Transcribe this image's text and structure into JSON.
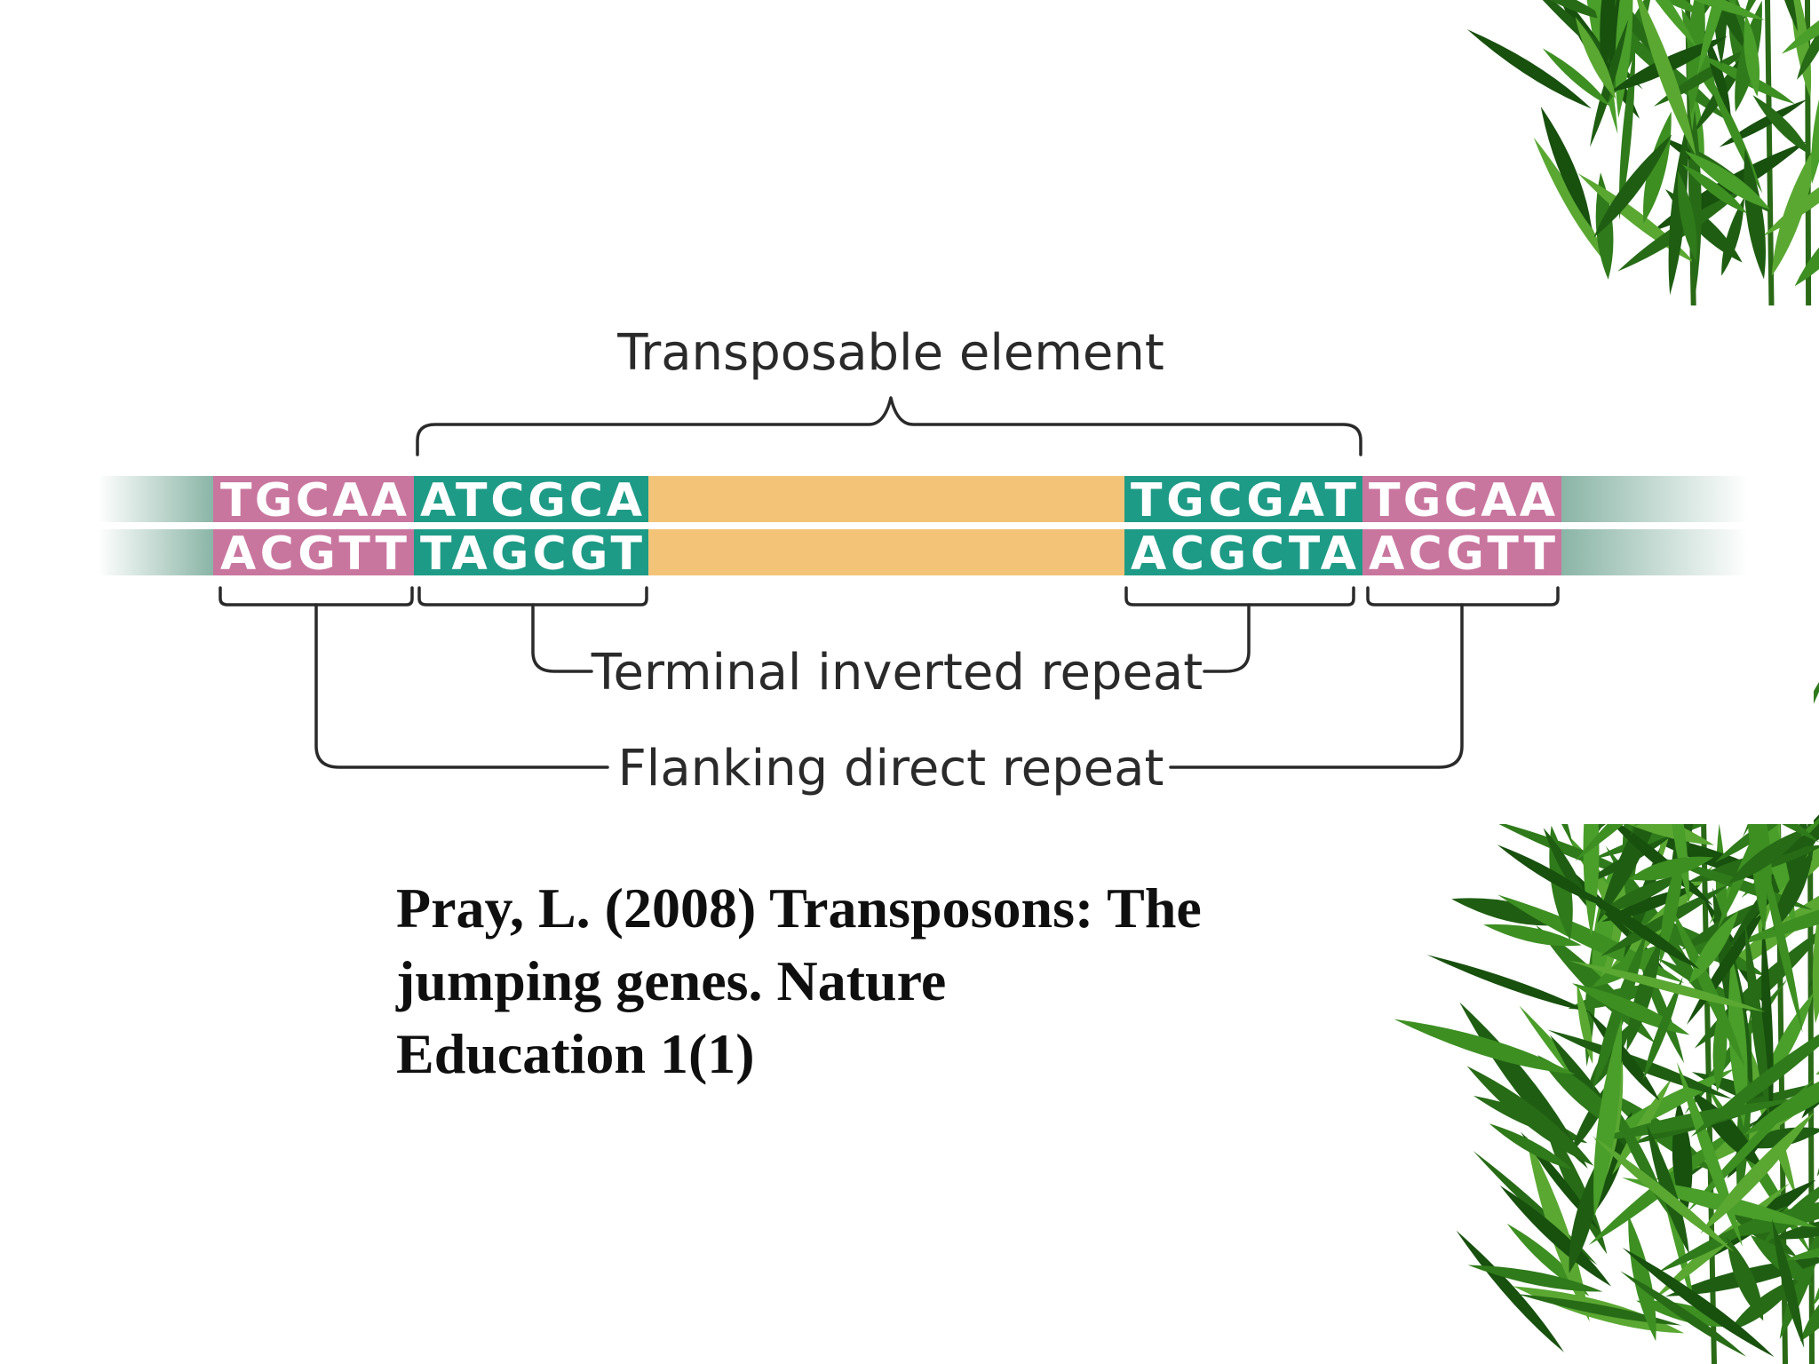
{
  "diagram": {
    "title": "Transposable element",
    "labels": {
      "terminal_inverted_repeat": "Terminal inverted repeat",
      "flanking_direct_repeat": "Flanking direct repeat"
    },
    "top_strand": {
      "left_flank": "TGCAA",
      "left_tir": "ATCGCA",
      "right_tir": "TGCGAT",
      "right_flank": "TGCAA"
    },
    "bottom_strand": {
      "left_flank": "ACGTT",
      "left_tir": "TAGCGT",
      "right_tir": "ACGCTA",
      "right_flank": "ACGTT"
    },
    "colors": {
      "flanking_direct_repeat": "#C9769F",
      "terminal_inverted_repeat": "#1E9B86",
      "transposon_interior": "#F3C478",
      "host_dna": "#8AB5A6"
    }
  },
  "citation": {
    "lines": [
      "Pray, L. (2008) Transposons: The",
      "jumping genes. Nature",
      "Education 1(1)"
    ]
  },
  "decoration": {
    "background": "bamboo-leaves"
  }
}
